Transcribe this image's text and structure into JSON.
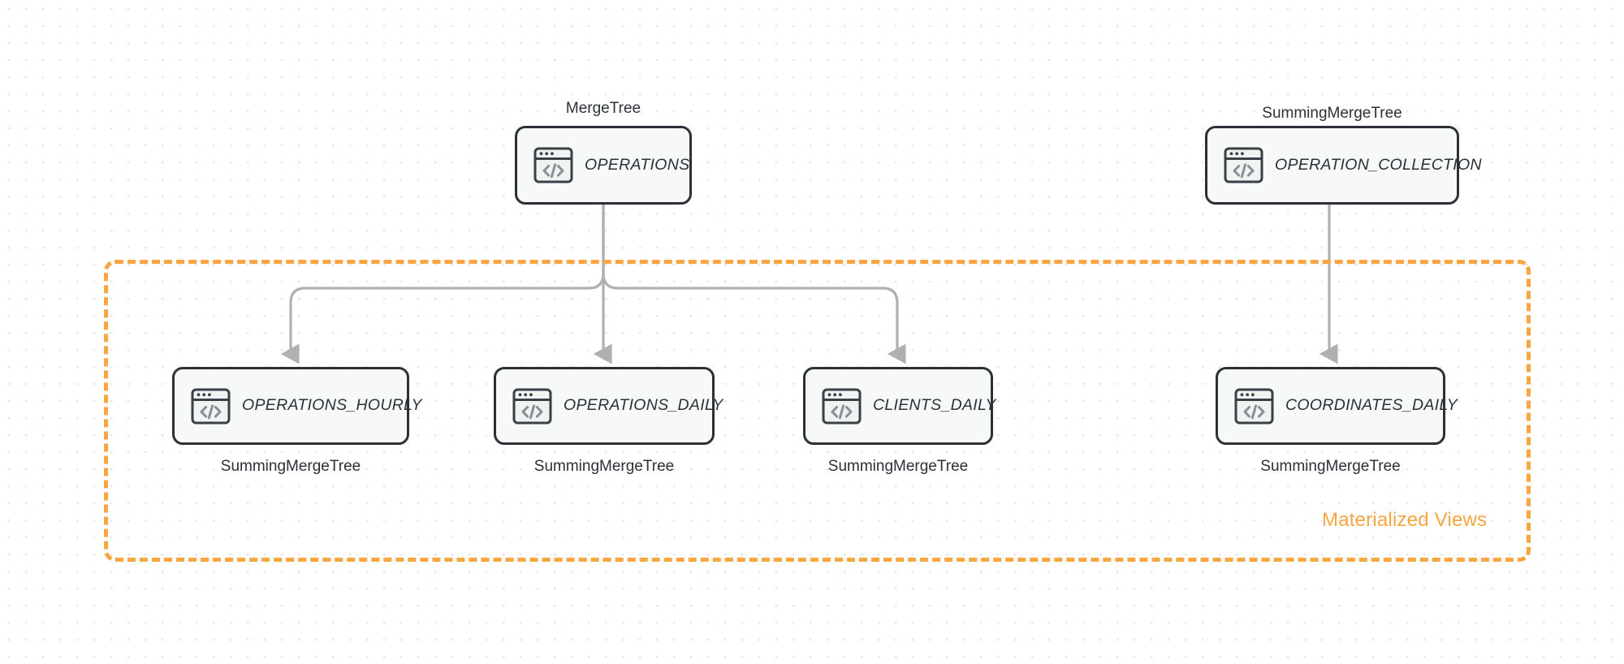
{
  "diagram": {
    "title": "ClickHouse table and materialized view topology",
    "background": "#ffffff",
    "dot_color": "#e7e5e4",
    "accent_color": "#F9A541",
    "node_border_color": "#2B3137",
    "node_fill_color": "#F7F8F8",
    "edge_color": "#B0B0B0"
  },
  "group": {
    "label": "Materialized Views",
    "color": "#F9A541",
    "style": "dashed"
  },
  "nodes": [
    {
      "id": "operations",
      "name": "OPERATIONS",
      "engine": "MergeTree",
      "engine_position": "above",
      "icon": "code-window-icon"
    },
    {
      "id": "operation_collection",
      "name": "OPERATION_COLLECTION",
      "engine": "SummingMergeTree",
      "engine_position": "above",
      "icon": "code-window-icon"
    },
    {
      "id": "operations_hourly",
      "name": "OPERATIONS_HOURLY",
      "engine": "SummingMergeTree",
      "engine_position": "below",
      "icon": "code-window-icon"
    },
    {
      "id": "operations_daily",
      "name": "OPERATIONS_DAILY",
      "engine": "SummingMergeTree",
      "engine_position": "below",
      "icon": "code-window-icon"
    },
    {
      "id": "clients_daily",
      "name": "CLIENTS_DAILY",
      "engine": "SummingMergeTree",
      "engine_position": "below",
      "icon": "code-window-icon"
    },
    {
      "id": "coordinates_daily",
      "name": "COORDINATES_DAILY",
      "engine": "SummingMergeTree",
      "engine_position": "below",
      "icon": "code-window-icon"
    }
  ],
  "edges": [
    {
      "from": "operations",
      "to": "operations_hourly",
      "arrow": true
    },
    {
      "from": "operations",
      "to": "operations_daily",
      "arrow": true
    },
    {
      "from": "operations",
      "to": "clients_daily",
      "arrow": true
    },
    {
      "from": "operation_collection",
      "to": "coordinates_daily",
      "arrow": true
    }
  ]
}
